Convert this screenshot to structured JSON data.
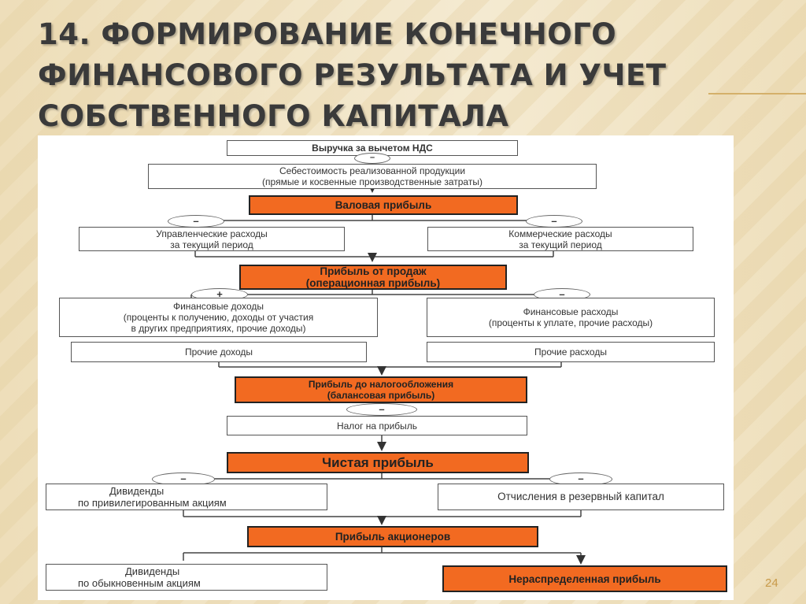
{
  "slide": {
    "title_lines": [
      "14. ФОРМИРОВАНИЕ КОНЕЧНОГО",
      "ФИНАНСОВОГО РЕЗУЛЬТАТА И УЧЕТ",
      "СОБСТВЕННОГО КАПИТАЛА ОРГАНИЗАЦИИ"
    ],
    "page_number": "24"
  },
  "diagram": {
    "revenue": "Выручка за вычетом НДС",
    "cost_line1": "Себестоимость реализованной продукции",
    "cost_line2": "(прямые и косвенные производственные затраты)",
    "gross_profit": "Валовая прибыль",
    "admin_line1": "Управленческие расходы",
    "admin_line2": "за текущий период",
    "commercial_line1": "Коммерческие расходы",
    "commercial_line2": "за текущий период",
    "sales_profit_line1": "Прибыль от продаж",
    "sales_profit_line2": "(операционная прибыль)",
    "fin_income_line1": "Финансовые доходы",
    "fin_income_line2": "(проценты к получению, доходы от участия",
    "fin_income_line3": "в других предприятиях, прочие доходы)",
    "fin_expense_line1": "Финансовые расходы",
    "fin_expense_line2": "(проценты к уплате, прочие расходы)",
    "other_income": "Прочие доходы",
    "other_expense": "Прочие расходы",
    "pretax_line1": "Прибыль до налогообложения",
    "pretax_line2": "(балансовая прибыль)",
    "tax": "Налог на прибыль",
    "net_profit": "Чистая прибыль",
    "pref_div_line1": "Дивиденды",
    "pref_div_line2": "по привилегированным акциям",
    "reserve": "Отчисления в резервный капитал",
    "shareholder_profit": "Прибыль акционеров",
    "common_div_line1": "Дивиденды",
    "common_div_line2": "по обыкновенным акциям",
    "retained": "Нераспределенная прибыль",
    "minus": "–",
    "plus": "+"
  },
  "colors": {
    "highlight": "#f26a21",
    "background": "#f1e4c6",
    "page_number": "#c89a4a"
  }
}
